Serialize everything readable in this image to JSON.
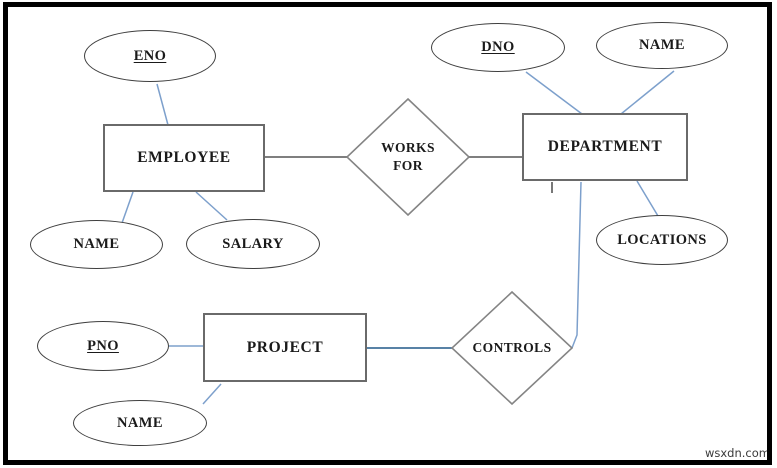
{
  "diagram": {
    "kind": "entity-relationship-diagram",
    "entities": [
      {
        "id": "employee",
        "label": "EMPLOYEE"
      },
      {
        "id": "department",
        "label": "DEPARTMENT"
      },
      {
        "id": "project",
        "label": "PROJECT"
      }
    ],
    "attributes": [
      {
        "id": "eno",
        "label": "ENO",
        "key": true,
        "of": "employee"
      },
      {
        "id": "employee-name",
        "label": "NAME",
        "key": false,
        "of": "employee"
      },
      {
        "id": "salary",
        "label": "SALARY",
        "key": false,
        "of": "employee"
      },
      {
        "id": "dno",
        "label": "DNO",
        "key": true,
        "of": "department"
      },
      {
        "id": "department-name",
        "label": "NAME",
        "key": false,
        "of": "department"
      },
      {
        "id": "locations",
        "label": "LOCATIONS",
        "key": false,
        "of": "department"
      },
      {
        "id": "pno",
        "label": "PNO",
        "key": true,
        "of": "project"
      },
      {
        "id": "project-name",
        "label": "NAME",
        "key": false,
        "of": "project"
      }
    ],
    "relationships": [
      {
        "id": "works-for",
        "label": "WORKS FOR",
        "line1": "WORKS",
        "line2": "FOR",
        "between": [
          "employee",
          "department"
        ]
      },
      {
        "id": "controls",
        "label": "CONTROLS",
        "line1": "CONTROLS",
        "line2": "",
        "between": [
          "department",
          "project"
        ]
      }
    ],
    "connections": [
      {
        "from": "eno",
        "to": "employee"
      },
      {
        "from": "employee-name",
        "to": "employee"
      },
      {
        "from": "salary",
        "to": "employee"
      },
      {
        "from": "employee",
        "to": "works-for"
      },
      {
        "from": "works-for",
        "to": "department"
      },
      {
        "from": "dno",
        "to": "department"
      },
      {
        "from": "department-name",
        "to": "department"
      },
      {
        "from": "locations",
        "to": "department"
      },
      {
        "from": "department",
        "to": "controls"
      },
      {
        "from": "pno",
        "to": "project"
      },
      {
        "from": "project-name",
        "to": "project"
      },
      {
        "from": "project",
        "to": "controls"
      }
    ],
    "colors": {
      "attribute_line": "#7da0cc",
      "entity_relationship_line": "#7f7f7f",
      "controls_line": "#40709a",
      "shape_border": "#6a6a6a",
      "frame": "#000000"
    }
  },
  "watermark": {
    "label": "wsxdn.com"
  }
}
